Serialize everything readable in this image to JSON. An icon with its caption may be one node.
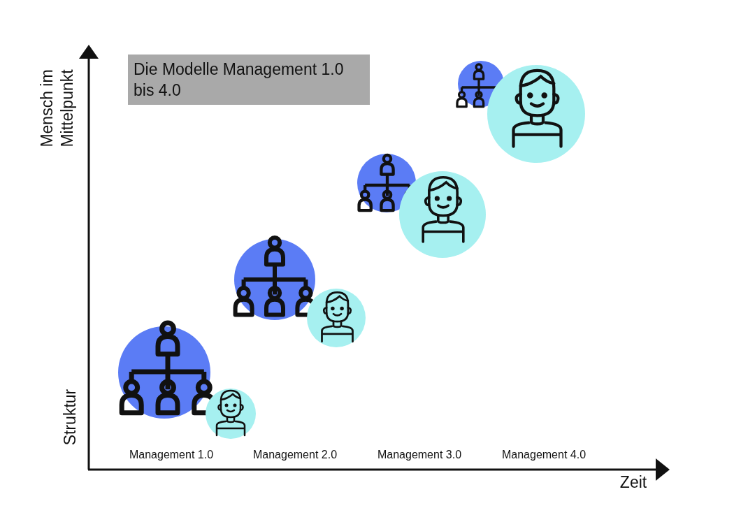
{
  "diagram": {
    "title": "Die Modelle Management 1.0 bis 4.0",
    "labels": [
      "Mensch im Mittelpunkt",
      "Struktur",
      "Management 1.0",
      "Management 2.0",
      "Management 3.0",
      "Management 4.0",
      "Zeit"
    ]
  }
}
